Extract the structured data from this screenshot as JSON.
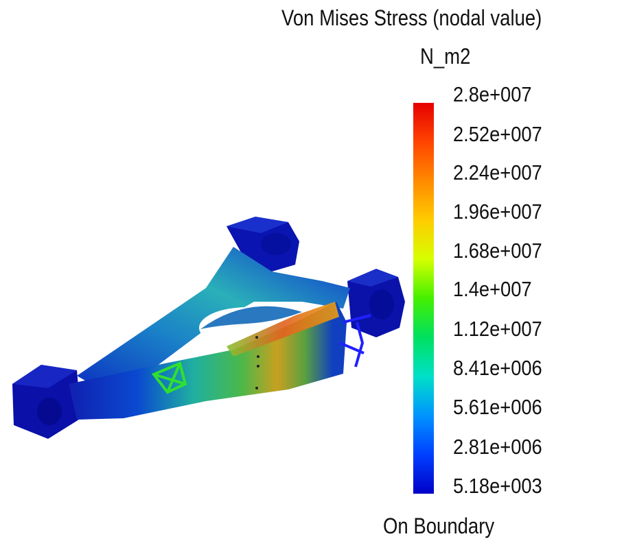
{
  "legend": {
    "title": "Von Mises Stress (nodal value)",
    "unit": "N_m2",
    "ticks": [
      "2.8e+007",
      "2.52e+007",
      "2.24e+007",
      "1.96e+007",
      "1.68e+007",
      "1.4e+007",
      "1.12e+007",
      "8.41e+006",
      "5.61e+006",
      "2.81e+006",
      "5.18e+003"
    ],
    "footer": "On Boundary"
  },
  "colors": {
    "max": "#e60000",
    "mid": "#44f000",
    "min": "#0000c8"
  }
}
